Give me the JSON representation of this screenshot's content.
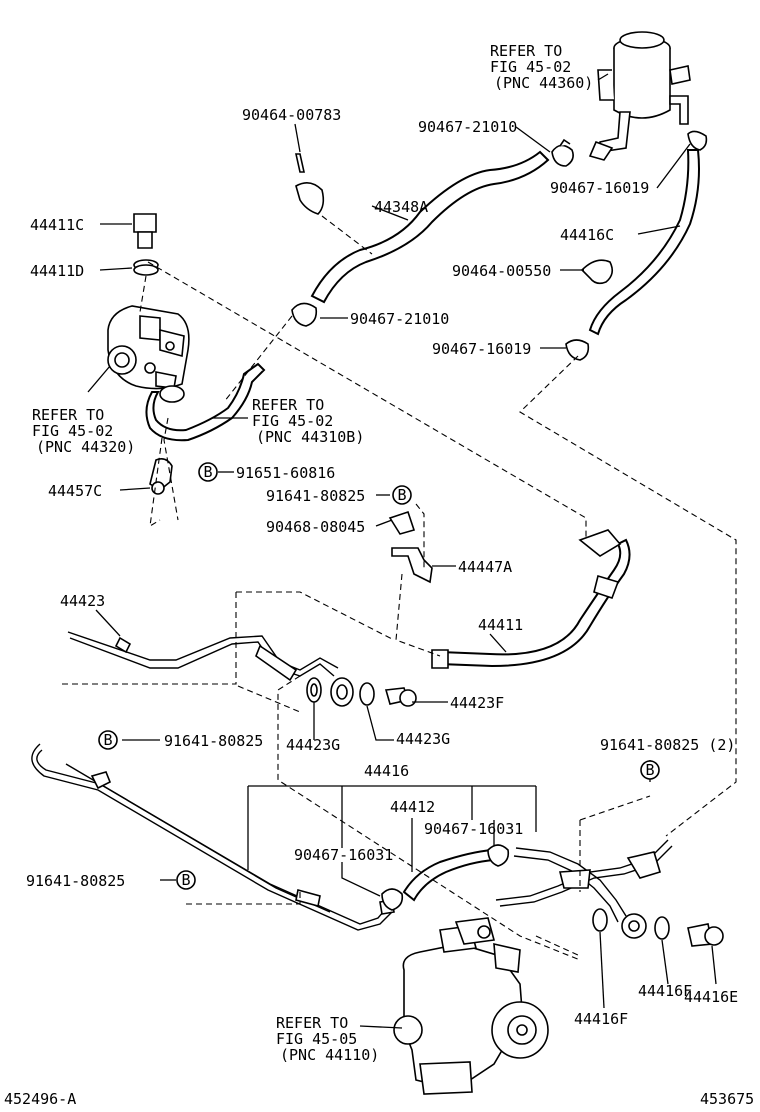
{
  "labels": {
    "refer_reservoir_1": "REFER TO",
    "refer_reservoir_2": "FIG 45-02",
    "refer_reservoir_3": "(PNC 44360)",
    "p_90464_00783": "90464-00783",
    "p_90467_21010_top": "90467-21010",
    "p_90467_16019_top": "90467-16019",
    "p_44411C": "44411C",
    "p_44348A": "44348A",
    "p_44416C": "44416C",
    "p_44411D": "44411D",
    "p_90464_00550": "90464-00550",
    "p_90467_21010_mid": "90467-21010",
    "p_90467_16019_mid": "90467-16019",
    "refer_pump_1": "REFER TO",
    "refer_pump_2": "FIG 45-02",
    "refer_pump_3": "(PNC 44320)",
    "refer_pipe_1": "REFER TO",
    "refer_pipe_2": "FIG 45-02",
    "refer_pipe_3": "(PNC 44310B)",
    "p_91651_60816": "91651-60816",
    "p_44457C": "44457C",
    "p_91641_80825_a": "91641-80825",
    "p_90468_08045": "90468-08045",
    "p_44447A": "44447A",
    "p_44423": "44423",
    "p_44411": "44411",
    "p_44423F": "44423F",
    "p_44423G_1": "44423G",
    "p_44423G_2": "44423G",
    "p_91641_80825_b": "91641-80825",
    "p_91641_80825_2": "91641-80825 (2)",
    "p_44416": "44416",
    "p_44412": "44412",
    "p_90467_16031_a": "90467-16031",
    "p_90467_16031_b": "90467-16031",
    "p_91641_80825_c": "91641-80825",
    "p_44416F_1": "44416F",
    "p_44416E": "44416E",
    "p_44416F_2": "44416F",
    "refer_gear_1": "REFER TO",
    "refer_gear_2": "FIG 45-05",
    "refer_gear_3": "(PNC 44110)",
    "footer_left": "452496-A",
    "footer_right": "453675",
    "circle_b": "B"
  }
}
